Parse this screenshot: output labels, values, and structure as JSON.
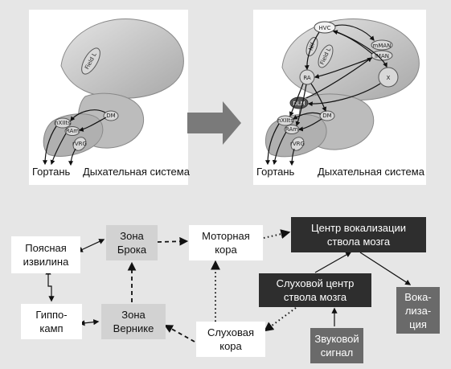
{
  "brain_panels": {
    "left": {
      "regions": {
        "field_l": "Field L",
        "dm": "DM",
        "nxiits": "nXIIts",
        "ram": "RAm",
        "rvrg": "rVRG"
      },
      "labels": {
        "larynx": "Гортань",
        "respiratory": "Дыхательная система"
      }
    },
    "right": {
      "regions": {
        "hvc": "HVC",
        "nif": "NIf",
        "field_l": "Field L",
        "mman": "mMAN",
        "lman": "lMAN",
        "ra": "RA",
        "x": "X",
        "dlm": "DLM",
        "dm": "DM",
        "nxiits": "nXIIts",
        "ram": "RAm",
        "rvrg": "rVRG"
      },
      "labels": {
        "larynx": "Гортань",
        "respiratory": "Дыхательная система"
      }
    }
  },
  "flowchart": {
    "nodes": {
      "cingulate": "Поясная\nизвилина",
      "broca": "Зона\nБрока",
      "motor": "Моторная\nкора",
      "brainstem_vocal": "Центр вокализации\nствола мозга",
      "hippocampus": "Гиппо-\nкамп",
      "wernicke": "Зона\nВернике",
      "brainstem_audio": "Слуховой центр\nствола мозга",
      "vocalization": "Вока-\nлиза-\nция",
      "auditory": "Слуховая\nкора",
      "sound": "Звуковой\nсигнал"
    }
  },
  "colors": {
    "background": "#e6e6e6",
    "dark_box": "#2e2e2e",
    "mid_box": "#6a6a6a",
    "light_box": "#d2d2d2",
    "brain_fill": "#c8c8c8"
  }
}
